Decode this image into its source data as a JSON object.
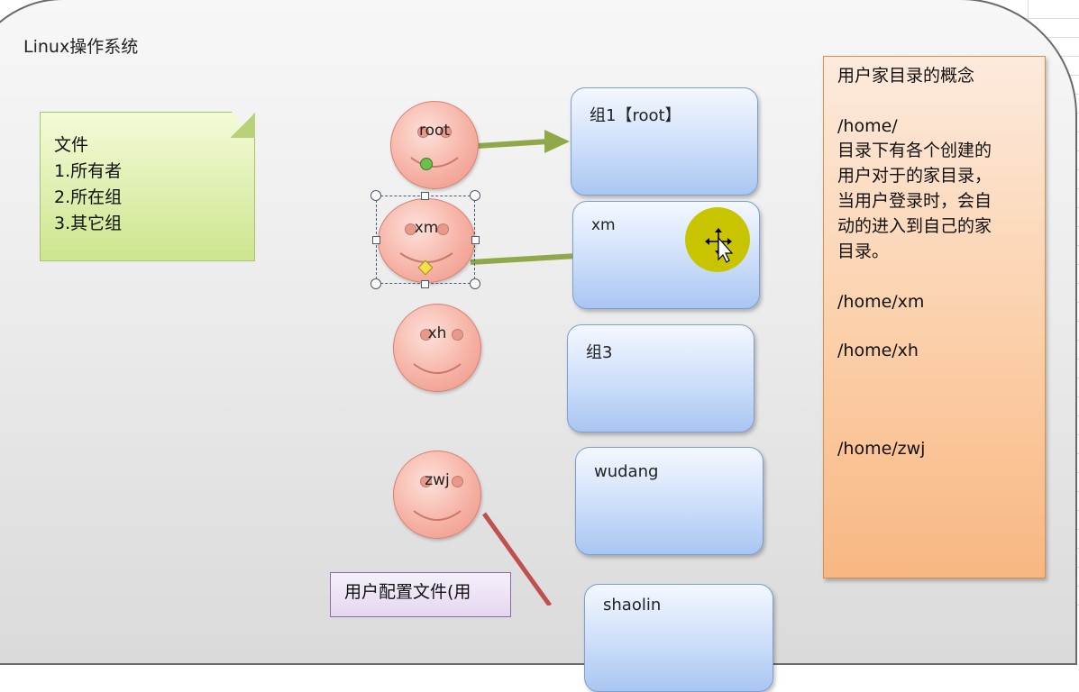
{
  "title": "Linux操作系统",
  "note": {
    "lines": [
      "文件",
      "1.所有者",
      "2.所在组",
      "3.其它组"
    ]
  },
  "users": [
    "root",
    "xm",
    "xh",
    "zwj"
  ],
  "groups": [
    "组1【root】",
    "xm",
    "组3",
    "wudang",
    "shaolin"
  ],
  "info": {
    "heading": "用户家目录的概念",
    "path": "/home/",
    "desc_lines": [
      "目录下有各个创建的",
      "用户对于的家目录，",
      "当用户登录时，会自",
      "动的进入到自己的家",
      "目录。"
    ],
    "example1": "/home/xm",
    "example2": "/home/xh",
    "example3": "/home/zwj"
  },
  "config_note": "用户配置文件(用",
  "colors": {
    "arrow_green": "#8fa84a",
    "line_red": "#c0504d",
    "cursor_highlight": "#c8c400"
  },
  "icons": [
    "move-cursor-icon"
  ]
}
